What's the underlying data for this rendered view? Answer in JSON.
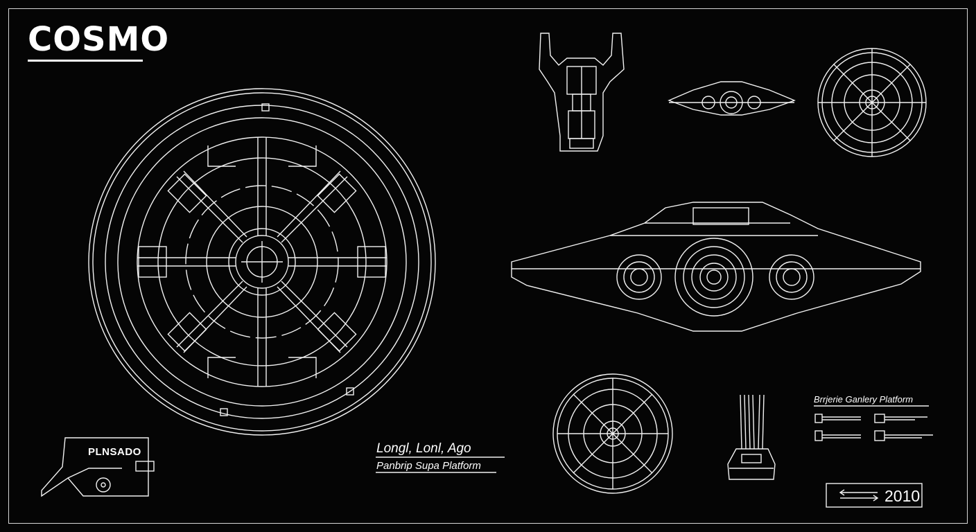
{
  "title": "COSMO",
  "nameplate": "PLNSADO",
  "caption": {
    "line1": "Longl, Lonl, Ago",
    "line2": "Panbrip Supa Platform"
  },
  "side_caption": "Brrjerie Ganlery Platform",
  "year_box": {
    "value": "2010",
    "arrows_icon": "double-arrow-icon"
  },
  "colors": {
    "background": "#050505",
    "line": "#f2f2f2"
  }
}
